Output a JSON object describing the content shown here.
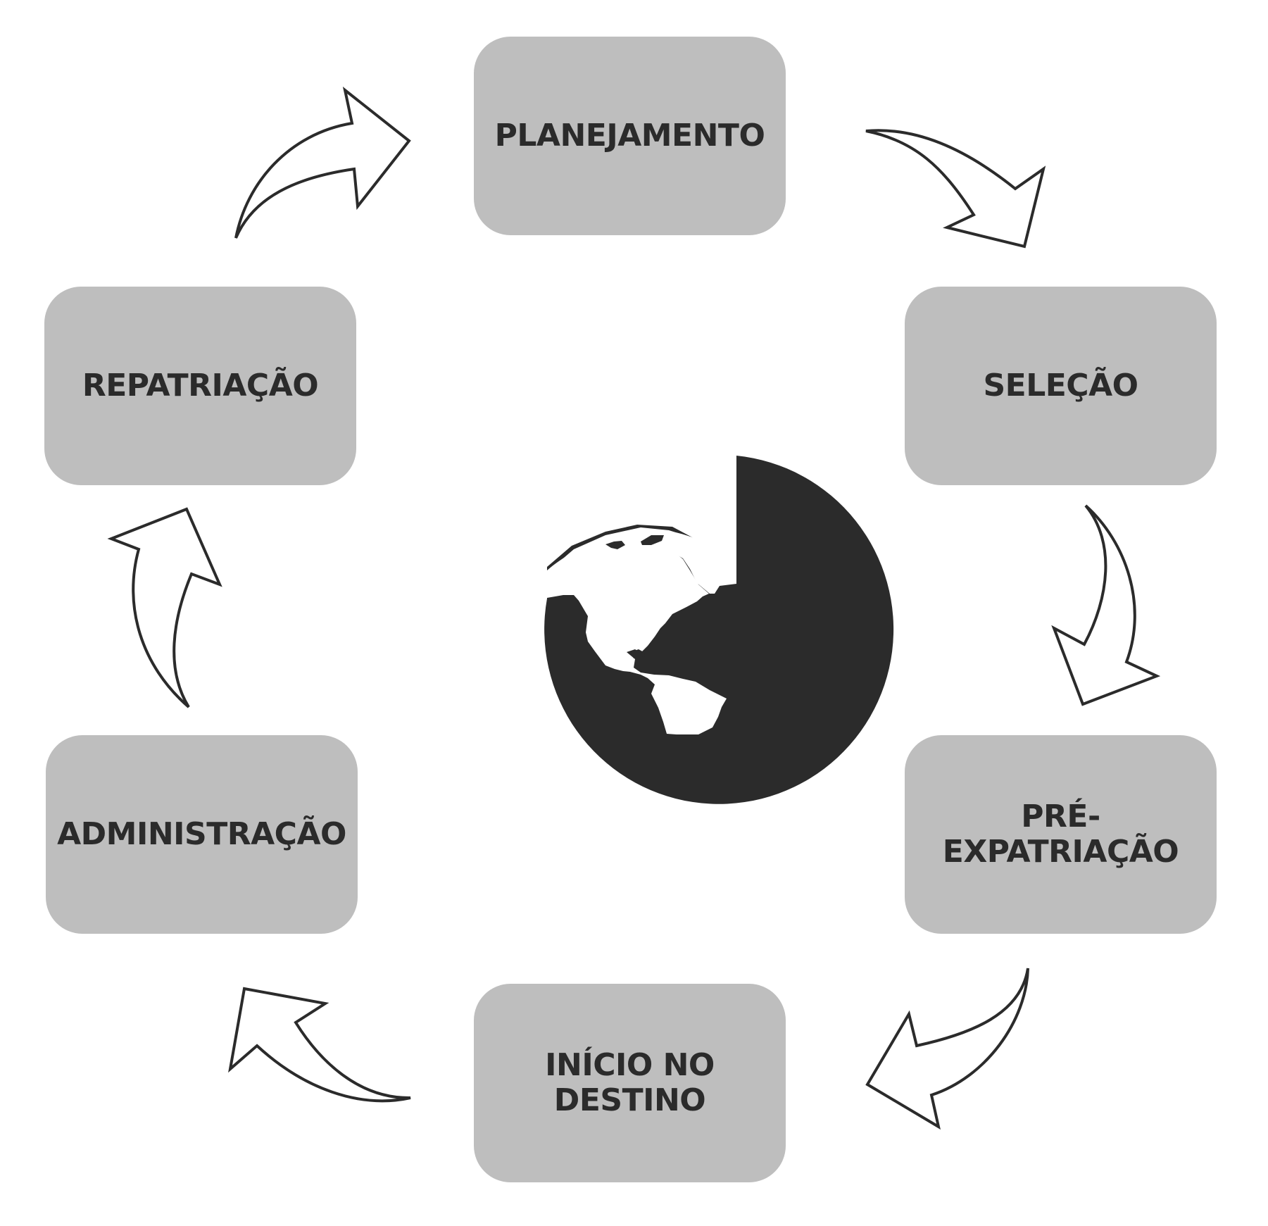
{
  "colors": {
    "box_fill": "#bebebe",
    "text": "#2b2b2b",
    "globe": "#2b2b2b",
    "arrow_fill": "#ffffff",
    "arrow_stroke": "#2b2b2b",
    "background": "#ffffff"
  },
  "center_icon": "globe-icon",
  "stages": {
    "planejamento": "PLANEJAMENTO",
    "selecao": "SELEÇÃO",
    "pre_expatriacao": "PRÉ-EXPATRIAÇÃO",
    "inicio_destino": "INÍCIO NO\nDESTINO",
    "administracao": "ADMINISTRAÇÃO",
    "repatriacao": "REPATRIAÇÃO"
  },
  "flow": [
    "planejamento",
    "selecao",
    "pre_expatriacao",
    "inicio_destino",
    "administracao",
    "repatriacao"
  ]
}
